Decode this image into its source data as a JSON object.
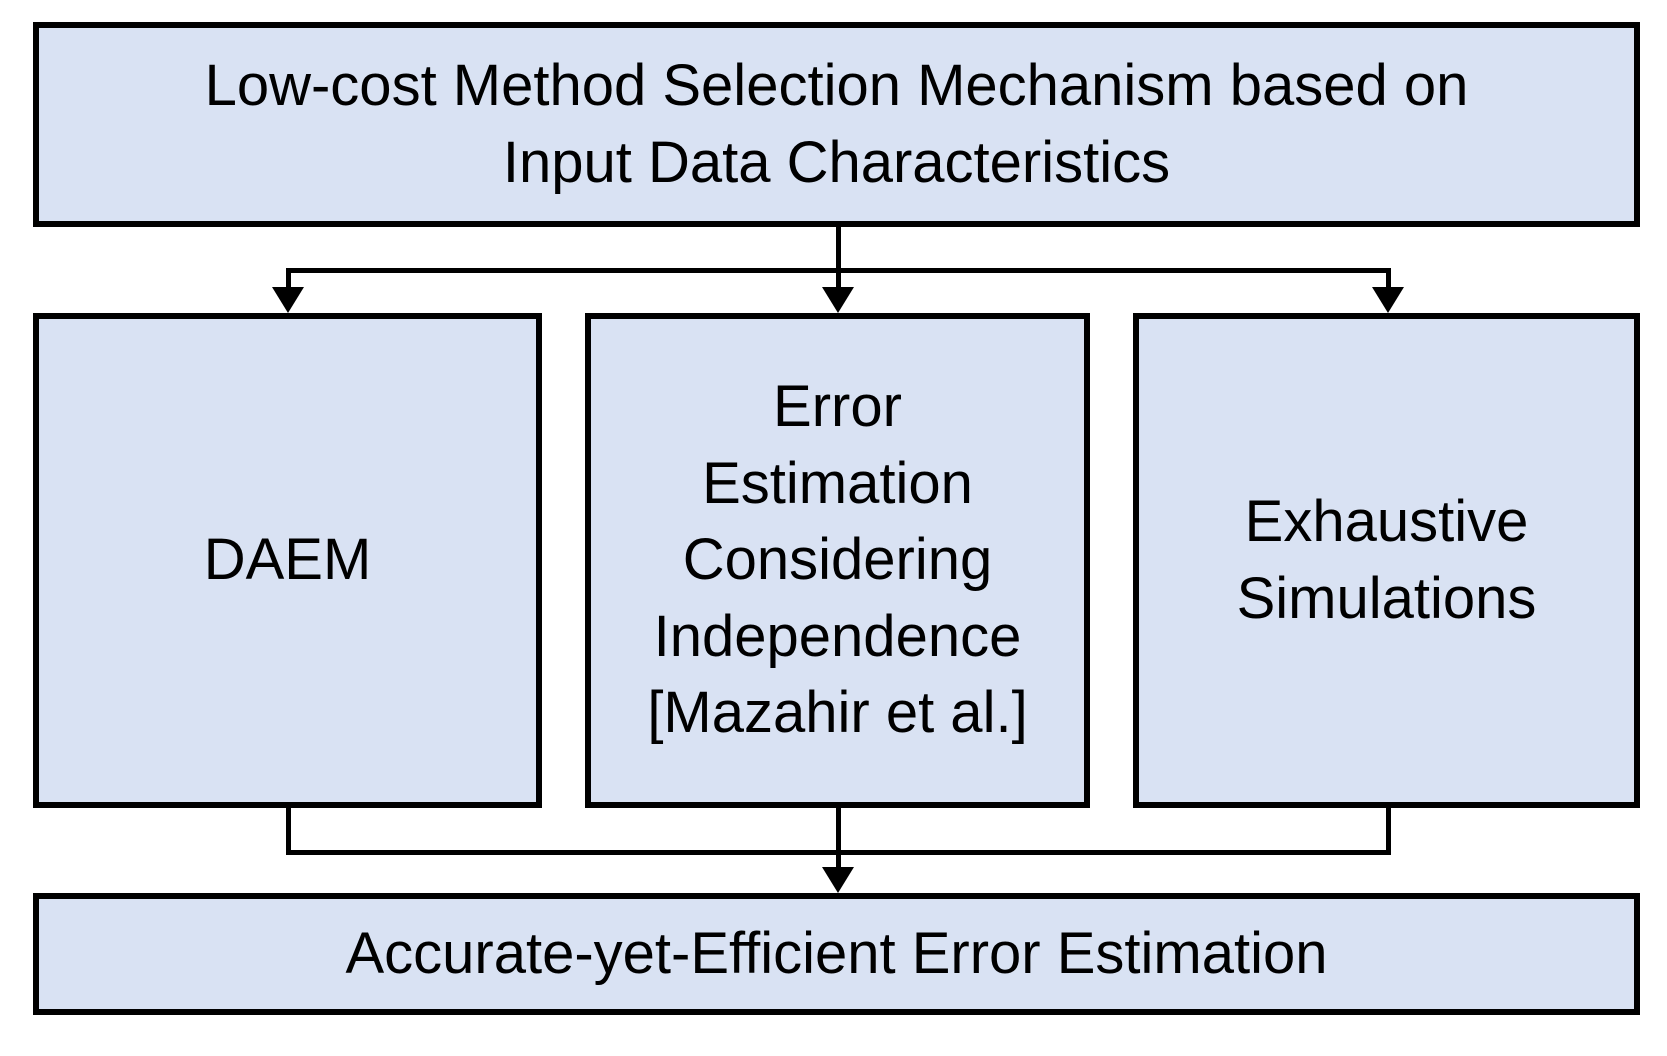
{
  "diagram": {
    "nodes": {
      "top": {
        "text": "Low-cost Method Selection Mechanism based on\nInput Data Characteristics"
      },
      "daem": {
        "text": "DAEM"
      },
      "error_estimation": {
        "text": "Error\nEstimation\nConsidering\nIndependence\n[Mazahir et al.]"
      },
      "exhaustive": {
        "text": "Exhaustive\nSimulations"
      },
      "bottom": {
        "text": "Accurate-yet-Efficient Error Estimation"
      }
    },
    "edges": [
      {
        "from": "top",
        "to": "daem"
      },
      {
        "from": "top",
        "to": "error_estimation"
      },
      {
        "from": "top",
        "to": "exhaustive"
      },
      {
        "from": "daem",
        "to": "bottom"
      },
      {
        "from": "error_estimation",
        "to": "bottom"
      },
      {
        "from": "exhaustive",
        "to": "bottom"
      }
    ],
    "colors": {
      "box_fill": "#d9e2f3",
      "box_border": "#000000",
      "connector": "#000000",
      "text": "#000000",
      "background": "#ffffff"
    }
  }
}
